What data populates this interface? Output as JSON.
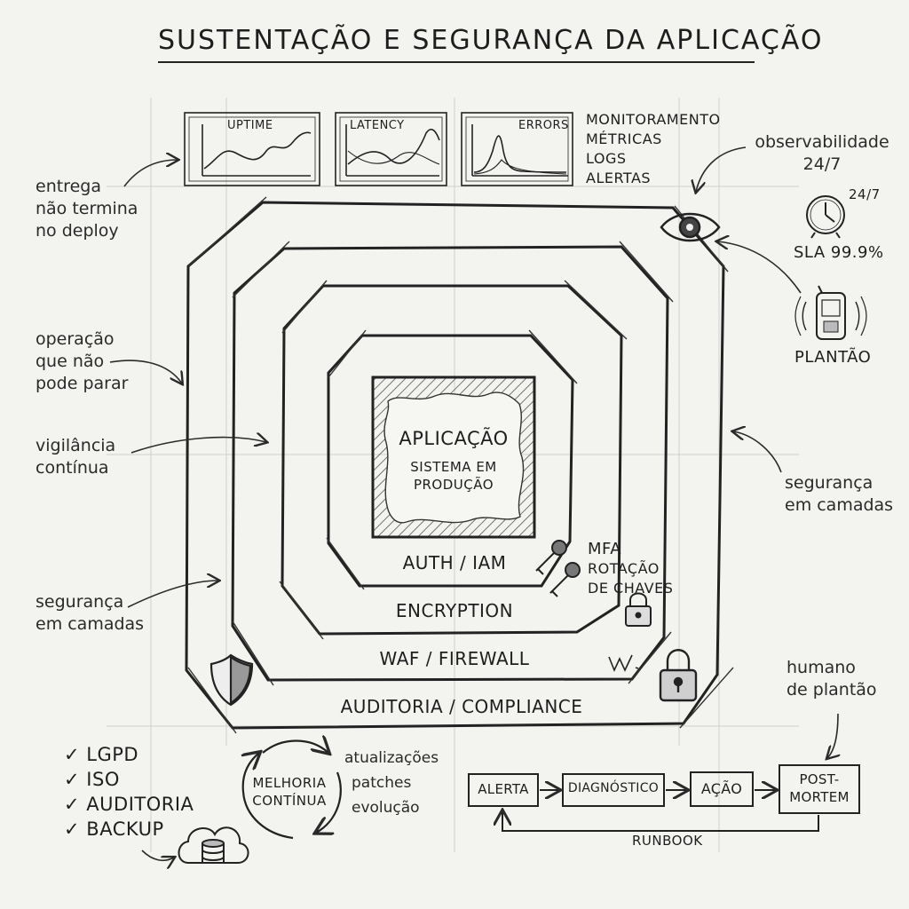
{
  "title": "SUSTENTAÇÃO E SEGURANÇA DA APLICAÇÃO",
  "charts": [
    {
      "label": "UPTIME",
      "icon": "uptime-chart-icon"
    },
    {
      "label": "LATENCY",
      "icon": "latency-chart-icon"
    },
    {
      "label": "ERRORS",
      "icon": "errors-chart-icon"
    }
  ],
  "monitoring_list": [
    "MONITORAMENTO",
    "MÉTRICAS",
    "LOGS",
    "ALERTAS"
  ],
  "left_notes": {
    "delivery": [
      "entrega",
      "não termina",
      "no deploy"
    ],
    "operation": [
      "operação",
      "que não",
      "pode parar"
    ],
    "vigilance": [
      "vigilância",
      "contínua"
    ],
    "security": [
      "segurança",
      "em camadas"
    ]
  },
  "right_notes": {
    "observability": [
      "observabilidade",
      "24/7"
    ],
    "clock_label": "24/7",
    "sla": "SLA 99.9%",
    "oncall": "PLANTÃO",
    "security": [
      "segurança",
      "em camadas"
    ],
    "human_oncall": [
      "humano",
      "de plantão"
    ]
  },
  "core": {
    "title": "APLICAÇÃO",
    "subtitle": [
      "SISTEMA EM",
      "PRODUÇÃO"
    ]
  },
  "layers": {
    "auth": "AUTH / IAM",
    "mfa": [
      "MFA",
      "ROTAÇÃO",
      "DE CHAVES"
    ],
    "encryption": "ENCRYPTION",
    "waf": "WAF / FIREWALL",
    "audit": "AUDITORIA / COMPLIANCE"
  },
  "compliance_checks": [
    "LGPD",
    "ISO",
    "AUDITORIA",
    "BACKUP"
  ],
  "check_mark": "✓",
  "improvement": {
    "label": [
      "MELHORIA",
      "CONTÍNUA"
    ],
    "items": [
      "atualizações",
      "patches",
      "evolução"
    ]
  },
  "incident_flow": {
    "steps": [
      "ALERTA",
      "DIAGNÓSTICO",
      "AÇÃO"
    ],
    "last": [
      "POST-",
      "MORTEM"
    ],
    "runbook": "RUNBOOK"
  },
  "colors": {
    "ink": "#222222",
    "paper": "#f3f3f0",
    "grid": "#c9c9c6"
  }
}
